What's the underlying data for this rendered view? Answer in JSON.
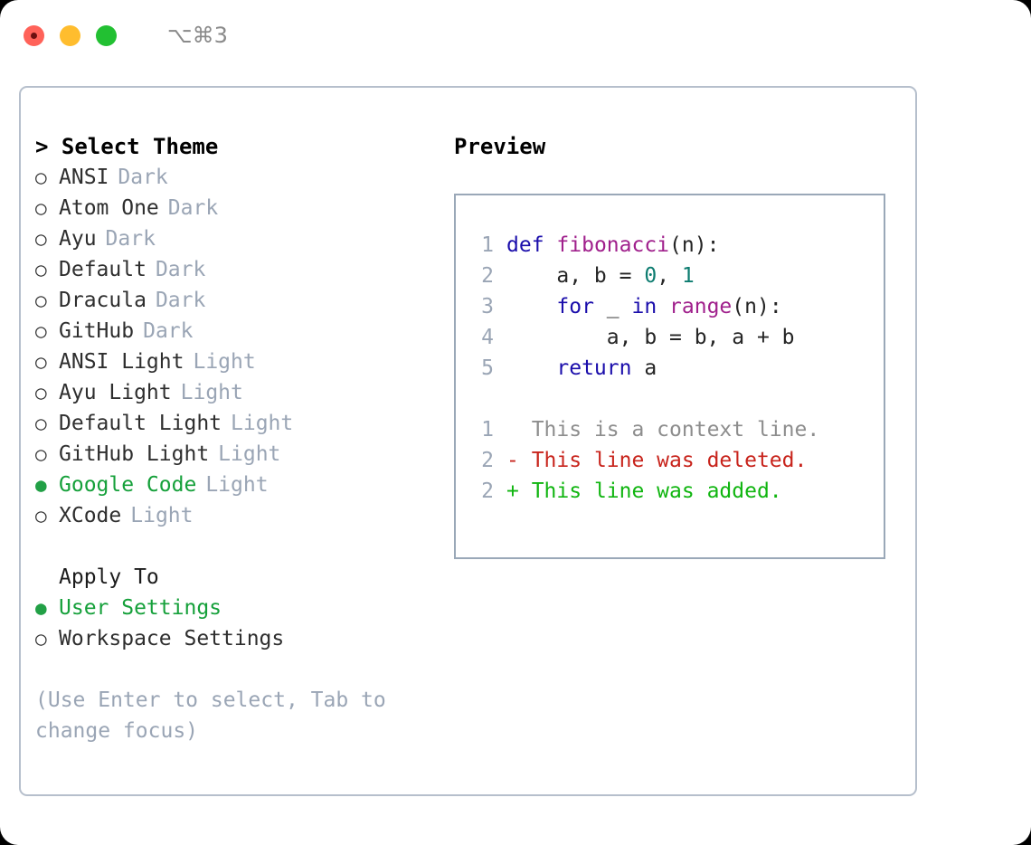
{
  "titlebar": {
    "shortcut": "⌥⌘3",
    "lights": [
      {
        "name": "close",
        "color": "#ff6259"
      },
      {
        "name": "minimize",
        "color": "#ffbd2e"
      },
      {
        "name": "maximize",
        "color": "#22c032"
      }
    ]
  },
  "left": {
    "title": "> Select Theme",
    "themes": [
      {
        "bullet": "○",
        "name": "ANSI",
        "variant": "Dark",
        "selected": false
      },
      {
        "bullet": "○",
        "name": "Atom One",
        "variant": "Dark",
        "selected": false
      },
      {
        "bullet": "○",
        "name": "Ayu",
        "variant": "Dark",
        "selected": false
      },
      {
        "bullet": "○",
        "name": "Default",
        "variant": "Dark",
        "selected": false
      },
      {
        "bullet": "○",
        "name": "Dracula",
        "variant": "Dark",
        "selected": false
      },
      {
        "bullet": "○",
        "name": "GitHub",
        "variant": "Dark",
        "selected": false
      },
      {
        "bullet": "○",
        "name": "ANSI Light",
        "variant": "Light",
        "selected": false
      },
      {
        "bullet": "○",
        "name": "Ayu Light",
        "variant": "Light",
        "selected": false
      },
      {
        "bullet": "○",
        "name": "Default Light",
        "variant": "Light",
        "selected": false
      },
      {
        "bullet": "○",
        "name": "GitHub Light",
        "variant": "Light",
        "selected": false
      },
      {
        "bullet": "●",
        "name": "Google Code",
        "variant": "Light",
        "selected": true
      },
      {
        "bullet": "○",
        "name": "XCode",
        "variant": "Light",
        "selected": false
      }
    ],
    "apply_to": {
      "title": "Apply To",
      "options": [
        {
          "bullet": "●",
          "name": "User Settings",
          "selected": true
        },
        {
          "bullet": "○",
          "name": "Workspace Settings",
          "selected": false
        }
      ]
    },
    "hint": "(Use Enter to select, Tab to\nchange focus)"
  },
  "right": {
    "title": "Preview",
    "code_lines": [
      {
        "no": "1",
        "tokens": [
          {
            "t": "def",
            "c": "kw"
          },
          {
            "t": " ",
            "c": "pl"
          },
          {
            "t": "fibonacci",
            "c": "fn"
          },
          {
            "t": "(n):",
            "c": "pl"
          }
        ]
      },
      {
        "no": "2",
        "tokens": [
          {
            "t": "    a, b = ",
            "c": "pl"
          },
          {
            "t": "0",
            "c": "num"
          },
          {
            "t": ", ",
            "c": "pl"
          },
          {
            "t": "1",
            "c": "num"
          }
        ]
      },
      {
        "no": "3",
        "tokens": [
          {
            "t": "    ",
            "c": "pl"
          },
          {
            "t": "for",
            "c": "kw"
          },
          {
            "t": " _ ",
            "c": "pl"
          },
          {
            "t": "in",
            "c": "kw"
          },
          {
            "t": " ",
            "c": "pl"
          },
          {
            "t": "range",
            "c": "fn"
          },
          {
            "t": "(n):",
            "c": "pl"
          }
        ]
      },
      {
        "no": "4",
        "tokens": [
          {
            "t": "        a, b = b, a + b",
            "c": "pl"
          }
        ]
      },
      {
        "no": "5",
        "tokens": [
          {
            "t": "    ",
            "c": "pl"
          },
          {
            "t": "return",
            "c": "kw"
          },
          {
            "t": " a",
            "c": "pl"
          }
        ]
      }
    ],
    "diff_lines": [
      {
        "no": "1",
        "marker": " ",
        "text": " This is a context line.",
        "kind": "ctx"
      },
      {
        "no": "2",
        "marker": "-",
        "text": " This line was deleted.",
        "kind": "del"
      },
      {
        "no": "2",
        "marker": "+",
        "text": " This line was added.",
        "kind": "add"
      }
    ]
  },
  "colors": {
    "accent_green": "#15a03a",
    "muted_blue_gray": "#9aa5b5",
    "keyword": "#1a0dab",
    "function": "#a0208c",
    "number": "#0d7c70",
    "diff_deleted": "#c8241c",
    "diff_added": "#10b510",
    "border": "#b6bfcc"
  }
}
